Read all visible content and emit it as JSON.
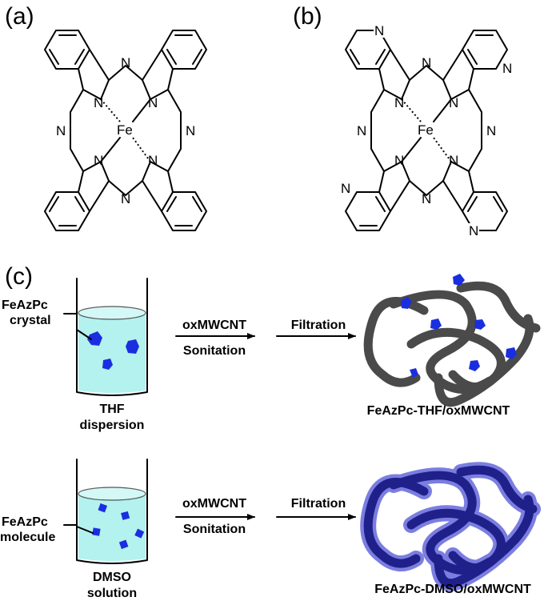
{
  "panels": {
    "a": {
      "label": "(a)",
      "metal": "Fe",
      "n_atom": "N"
    },
    "b": {
      "label": "(b)",
      "metal": "Fe",
      "n_atom": "N"
    },
    "c": {
      "label": "(c)"
    }
  },
  "process_thf": {
    "particle_label_line1": "FeAzPc",
    "particle_label_line2": "crystal",
    "beaker_caption_line1": "THF",
    "beaker_caption_line2": "dispersion",
    "step1_top": "oxMWCNT",
    "step1_bottom": "Sonitation",
    "step2_top": "Filtration",
    "product_label": "FeAzPc-THF/oxMWCNT"
  },
  "process_dmso": {
    "particle_label_line1": "FeAzPc",
    "particle_label_line2": "molecule",
    "beaker_caption_line1": "DMSO",
    "beaker_caption_line2": "solution",
    "step1_top": "oxMWCNT",
    "step1_bottom": "Sonitation",
    "step2_top": "Filtration",
    "product_label": "FeAzPc-DMSO/oxMWCNT"
  },
  "colors": {
    "liquid": "#b3f2ee",
    "crystal": "#1a2ee0",
    "nanotube_gray": "#4a4a4a",
    "nanotube_blue": "#20208a",
    "nanotube_blue_halo": "#7b7ee0"
  }
}
